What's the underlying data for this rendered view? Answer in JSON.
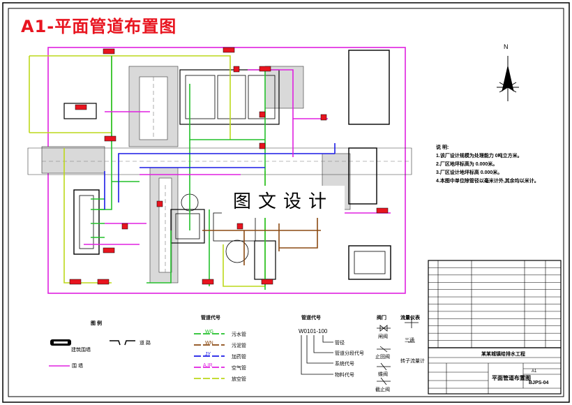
{
  "title": "A1-平面管道布置图",
  "watermark": "图文设计",
  "north_label": "N",
  "notes": {
    "heading": "说 明:",
    "lines": [
      "1.该厂设计规模为处理能力 0吨立方米。",
      "2.厂区地坪标高为 0.000米。",
      "3.厂区设计地坪标高 0.000米。",
      "4.本图中单位除管径以毫米计外,其余均以米计。"
    ]
  },
  "legend": {
    "heading": "图 例",
    "items": [
      "建筑围墙",
      "道 路",
      "围 墙"
    ]
  },
  "pipe_codes": {
    "heading": "管道代号",
    "items": [
      {
        "code": "WG",
        "label": "污水管",
        "color": "#22c02a"
      },
      {
        "code": "WN",
        "label": "污泥管",
        "color": "#8b4a12"
      },
      {
        "code": "JY",
        "label": "加药管",
        "color": "#1a1ae6"
      },
      {
        "code": "A.IR",
        "label": "空气管",
        "color": "#e020e0"
      },
      {
        "code": "",
        "label": "放空管",
        "color": "#bcd81a"
      }
    ]
  },
  "pipe_number": {
    "heading": "管道代号",
    "code": "W0101-100",
    "parts": [
      "管径",
      "管道分段代号",
      "系统代号",
      "物料代号"
    ]
  },
  "valves": {
    "heading": "阀门",
    "items": [
      "闸阀",
      "止回阀",
      "蝶阀",
      "截止阀"
    ]
  },
  "instruments": {
    "heading": "流量仪表",
    "items": [
      "三通",
      "转子流量计"
    ]
  },
  "title_block": {
    "drawing_name": "平面管道布置图",
    "drawing_no": "BJPS-04",
    "sheet_label": "A1",
    "project": "某某城镇给排水工程"
  },
  "equipment_table": {
    "rows": 11
  },
  "colors": {
    "sewage": "#22c02a",
    "sludge": "#8b4a12",
    "dosing": "#1a1ae6",
    "air": "#e020e0",
    "drain": "#bcd81a",
    "tank": "#e8141f",
    "wall": "#e020e0"
  }
}
